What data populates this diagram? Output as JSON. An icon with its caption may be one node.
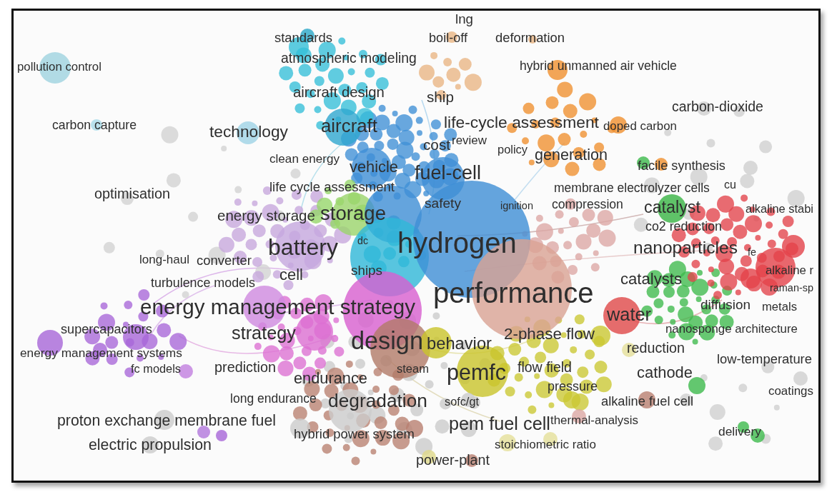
{
  "diagram": {
    "labels": [
      "lng",
      "standards",
      "boil-off",
      "deformation",
      "atmospheric modeling",
      "hybrid unmanned air vehicle",
      "pollution control",
      "aircraft design",
      "ship",
      "carbon-dioxide",
      "life-cycle assessment",
      "carbon capture",
      "aircraft",
      "doped carbon",
      "technology",
      "review",
      "cost",
      "policy",
      "generation",
      "clean energy",
      "facile synthesis",
      "vehicle",
      "fuel-cell",
      "cu",
      "life cycle assessment",
      "membrane electrolyzer cells",
      "optimisation",
      "safety",
      "compression",
      "ignition",
      "catalyst",
      "alkaline stabi",
      "storage",
      "energy storage",
      "co2 reduction",
      "dc",
      "hydrogen",
      "battery",
      "nanoparticles",
      "fe",
      "long-haul",
      "converter",
      "ships",
      "alkaline r",
      "cell",
      "catalysts",
      "turbulence models",
      "raman-sp",
      "performance",
      "diffusion",
      "energy management strategy",
      "metals",
      "water",
      "supercapacitors",
      "nanosponge architecture",
      "strategy",
      "2-phase flow",
      "design",
      "behavior",
      "reduction",
      "energy management systems",
      "low-temperature",
      "prediction",
      "flow field",
      "steam",
      "fc models",
      "cathode",
      "pemfc",
      "endurance",
      "pressure",
      "coatings",
      "long endurance",
      "degradation",
      "alkaline fuel cell",
      "sofc/gt",
      "proton exchange membrane fuel",
      "thermal-analysis",
      "pem fuel cell",
      "delivery",
      "hybrid power system",
      "electric propulsion",
      "stoichiometric ratio",
      "power-plant"
    ]
  }
}
